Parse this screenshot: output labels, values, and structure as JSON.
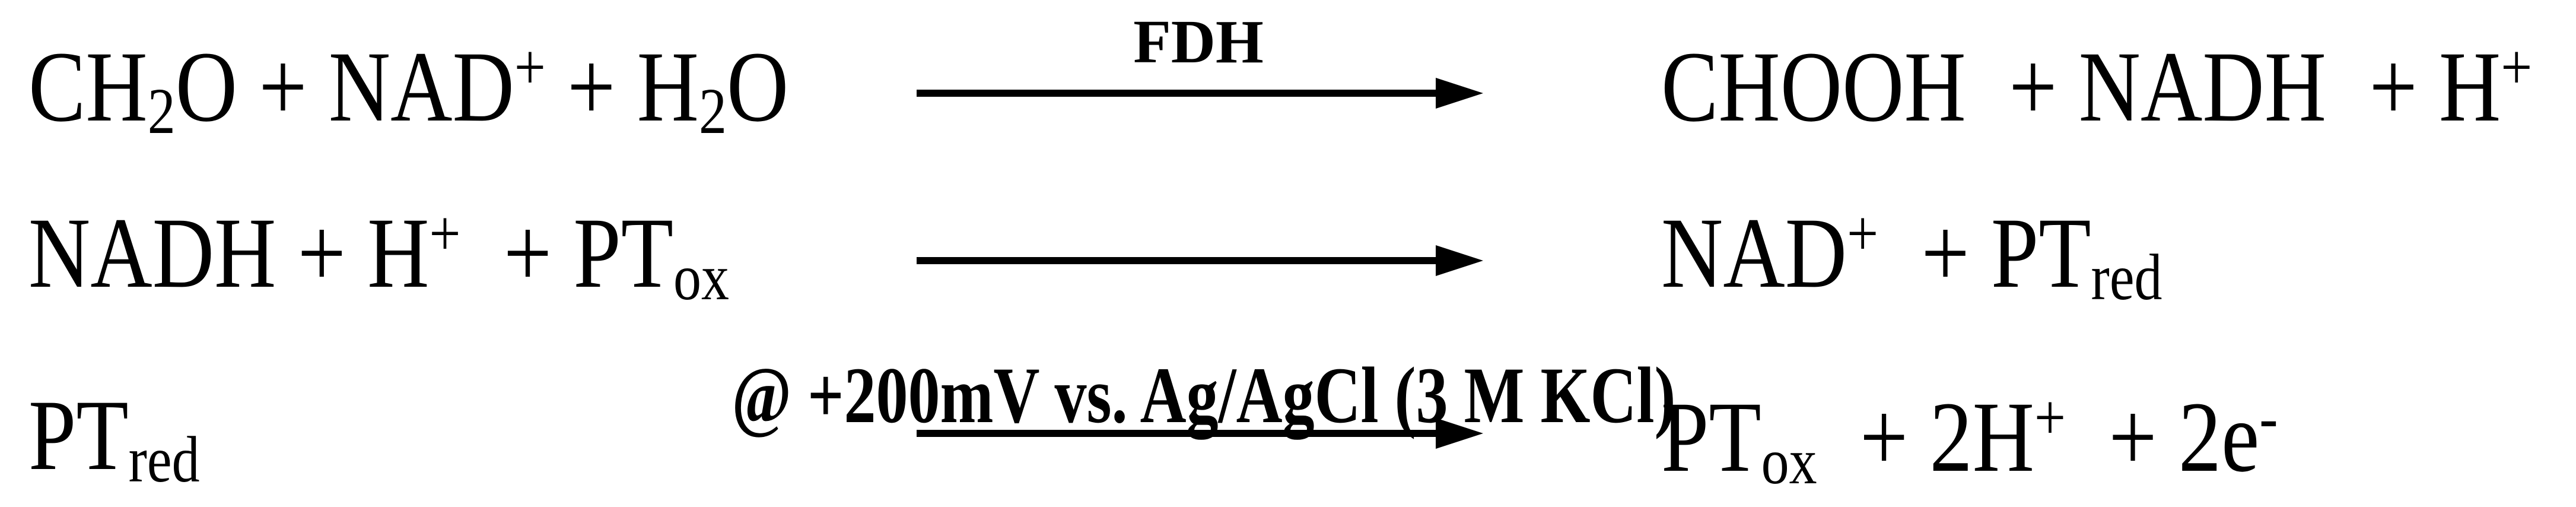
{
  "scheme": {
    "eq1": {
      "lhs": {
        "t1": "CH",
        "s1": "2",
        "t2": "O + NAD",
        "p1": "+",
        "t3": " + H",
        "s2": "2",
        "t4": "O"
      },
      "label": "FDH",
      "rhs": {
        "t1": "CHOOH  + NADH  + H",
        "p1": "+"
      }
    },
    "eq2": {
      "lhs": {
        "t1": "NADH + H",
        "p1": "+",
        "t2": "  + PT",
        "s1": "ox"
      },
      "rhs": {
        "t1": "NAD",
        "p1": "+",
        "t2": "  + PT",
        "s1": "red"
      }
    },
    "eq3": {
      "lhs": {
        "t1": "PT",
        "s1": "red"
      },
      "label": "@ +200mV vs. Ag/AgCl (3 M KCl)",
      "rhs": {
        "t1": "PT",
        "s1": "ox",
        "t2": "  + 2H",
        "p1": "+",
        "t3": "  + 2e",
        "p2": "-"
      }
    },
    "colors": {
      "ink": "#000000",
      "background": "#ffffff"
    }
  }
}
